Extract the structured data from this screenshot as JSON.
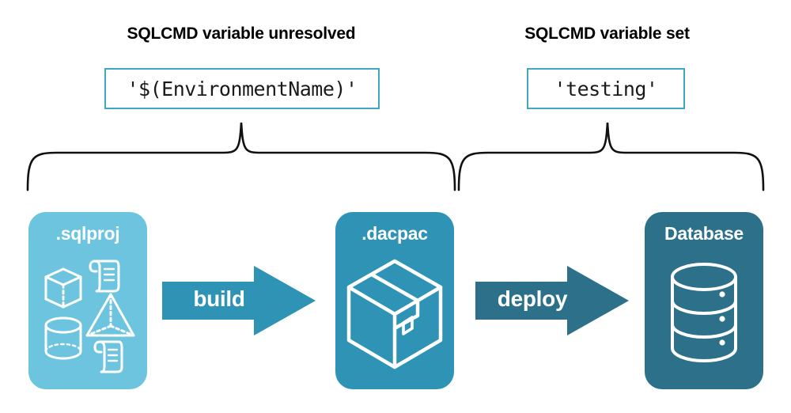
{
  "headings": {
    "left": "SQLCMD variable unresolved",
    "right": "SQLCMD variable set"
  },
  "values": {
    "left": "'$(EnvironmentName)'",
    "right": "'testing'"
  },
  "stages": [
    {
      "id": "sqlproj",
      "label": ".sqlproj",
      "color": "#6CC4DE",
      "icons": [
        "cube-icon",
        "scroll-icon",
        "pyramid-icon",
        "cylinder-icon",
        "scroll-icon"
      ]
    },
    {
      "id": "dacpac",
      "label": ".dacpac",
      "color": "#2E93B5",
      "icons": [
        "package-box-icon"
      ]
    },
    {
      "id": "database",
      "label": "Database",
      "color": "#2C7189",
      "icons": [
        "database-cylinder-icon"
      ]
    }
  ],
  "arrows": [
    {
      "id": "build",
      "label": "build",
      "color": "#2E93B5"
    },
    {
      "id": "deploy",
      "label": "deploy",
      "color": "#2C7189"
    }
  ],
  "braces": {
    "accent": "#111111",
    "left_span": "sqlproj-to-dacpac",
    "right_span": "dacpac-to-database"
  },
  "colors": {
    "box_border": "#3FA8C4",
    "background": "#FFFFFF",
    "text": "#000000"
  }
}
